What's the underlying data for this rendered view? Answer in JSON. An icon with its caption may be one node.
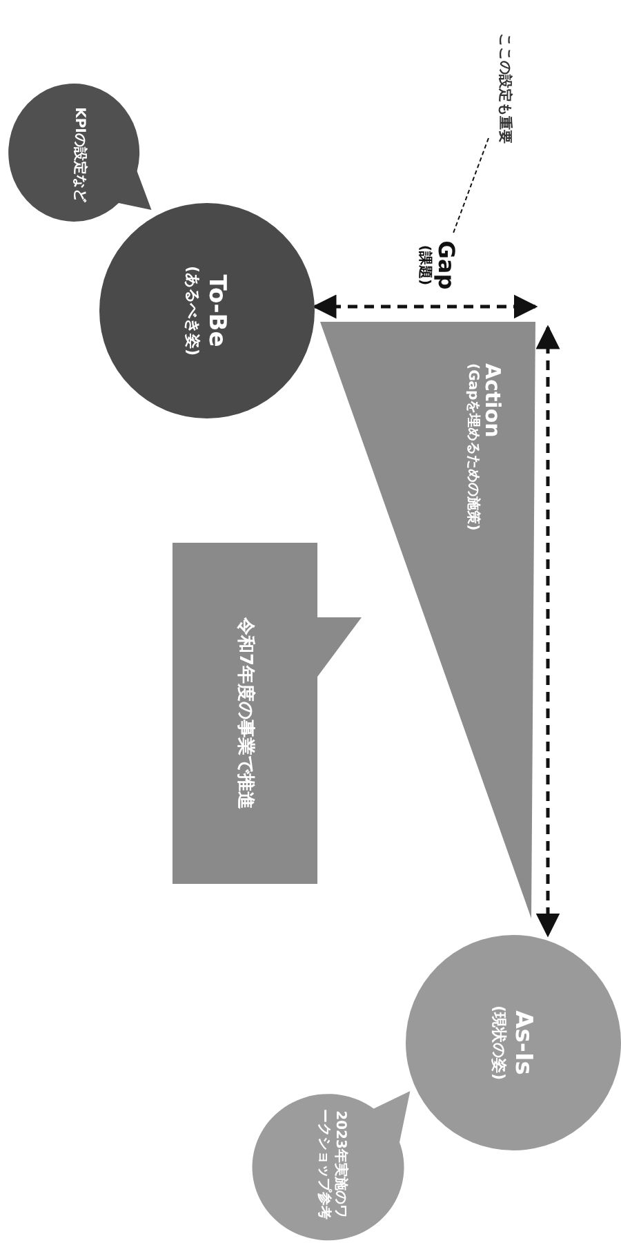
{
  "diagram": {
    "nodes": [
      {
        "text": [
          "KPIの設定など"
        ]
      },
      {
        "text": [
          "To-Be",
          "(あるべき姿)"
        ]
      },
      {
        "text": [
          "Gap",
          "(課題)"
        ]
      },
      {
        "text": [
          "ここの設定も重要"
        ]
      },
      {
        "text": [
          "Action",
          "(Gapを埋めるための施策)"
        ]
      },
      {
        "text": [
          "令和7年度の事業で推進"
        ]
      },
      {
        "text": [
          "As-Is",
          "(現状の姿)"
        ]
      },
      {
        "text": [
          "2023年実施のワークショップ参考"
        ]
      }
    ],
    "edges": [
      {
        "from": 1,
        "to": 4,
        "arrow": "both",
        "style": "dashed"
      },
      {
        "from": 4,
        "to": 6,
        "arrow": "both",
        "style": "dashed"
      },
      {
        "from": 3,
        "to": 2,
        "arrow": "none",
        "style": "dashed"
      }
    ]
  }
}
